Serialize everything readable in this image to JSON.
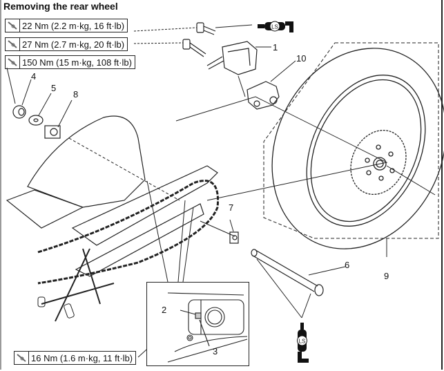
{
  "section_title": "Removing the rear wheel",
  "torque_specs": [
    {
      "icon": "torque-wrench-icon",
      "label": "22 Nm (2.2 m·kg, 16 ft·lb)"
    },
    {
      "icon": "torque-wrench-icon",
      "label": "27 Nm (2.7 m·kg, 20 ft·lb)"
    },
    {
      "icon": "torque-wrench-icon",
      "label": "150 Nm (15 m·kg, 108 ft·lb)"
    },
    {
      "icon": "torque-wrench-icon",
      "label": "16 Nm (1.6 m·kg, 11 ft·lb)"
    }
  ],
  "lubricant_symbols": [
    {
      "icon": "grease-gun-icon",
      "label": "LS"
    },
    {
      "icon": "grease-gun-icon",
      "label": "LS"
    }
  ],
  "callouts": [
    "1",
    "2",
    "3",
    "4",
    "5",
    "6",
    "7",
    "8",
    "9",
    "10"
  ]
}
